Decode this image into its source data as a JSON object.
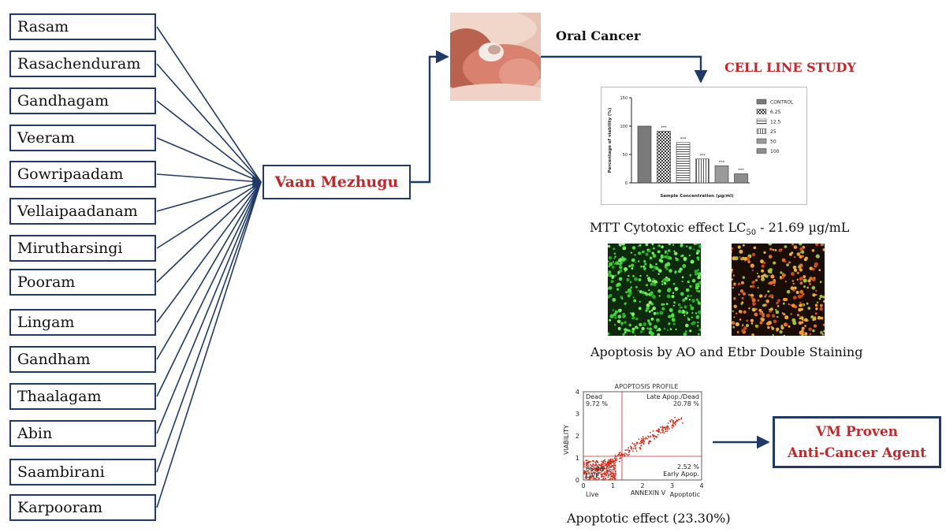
{
  "ingredients": [
    "Rasam",
    "Rasachenduram",
    "Gandhagam",
    "Veeram",
    "Gowripaadam",
    "Vellaipaadanam",
    "Mirutharsingi",
    "Pooram",
    "Lingam",
    "Gandham",
    "Thaalagam",
    "Abin",
    "Saambirani",
    "Karpooram"
  ],
  "formulation": "Vaan Mezhugu",
  "target": "Oral Cancer",
  "study_title": "CELL LINE STUDY",
  "colors": {
    "box_border": "#1f3a66",
    "accent_red": "#c0282c",
    "arrow": "#1f3a66"
  },
  "mtt": {
    "caption_prefix": "MTT Cytotoxic effect LC",
    "caption_sub": "50",
    "caption_suffix": " - 21.69 µg/mL"
  },
  "apoptosis_caption": "Apoptosis by AO and Etbr Double Staining",
  "flow_caption": "Apoptotic effect  (23.30%)",
  "conclusion": {
    "line1": "VM Proven",
    "line2": "Anti-Cancer Agent"
  },
  "chart_data": [
    {
      "type": "bar",
      "title": "",
      "xlabel": "Sample Concentration (µg/ml)",
      "ylabel": "Percentage of viability (%)",
      "ylim": [
        0,
        150
      ],
      "yticks": [
        "0",
        "50",
        "100",
        "150"
      ],
      "categories": [
        "CONTROL",
        "6.25",
        "12.5",
        "25",
        "50",
        "100"
      ],
      "values": [
        100,
        91,
        71,
        42,
        30,
        16
      ],
      "significance": [
        "",
        "***",
        "***",
        "***",
        "***",
        "***"
      ],
      "legend": [
        "CONTROL",
        "6.25",
        "12.5",
        "25",
        "50",
        "100"
      ],
      "legend_position": "right"
    },
    {
      "type": "scatter",
      "title": "APOPTOSIS PROFILE",
      "xlabel": "ANNEXIN V",
      "ylabel": "VIABILITY",
      "xlim": [
        0,
        4
      ],
      "ylim": [
        0,
        4
      ],
      "xticks": [
        "0",
        "1",
        "2",
        "3",
        "4"
      ],
      "yticks": [
        "0",
        "1",
        "2",
        "3",
        "4"
      ],
      "x_axis_notes": [
        "Live",
        "Apoptotic"
      ],
      "quadrants": [
        {
          "name": "Dead",
          "value": "9.72 %"
        },
        {
          "name": "Late Apop./Dead",
          "value": "20.78 %"
        },
        {
          "name": "LIVE",
          "value": "66.98 %"
        },
        {
          "name": "Early Apop.",
          "value": "2.52 %"
        }
      ]
    }
  ]
}
